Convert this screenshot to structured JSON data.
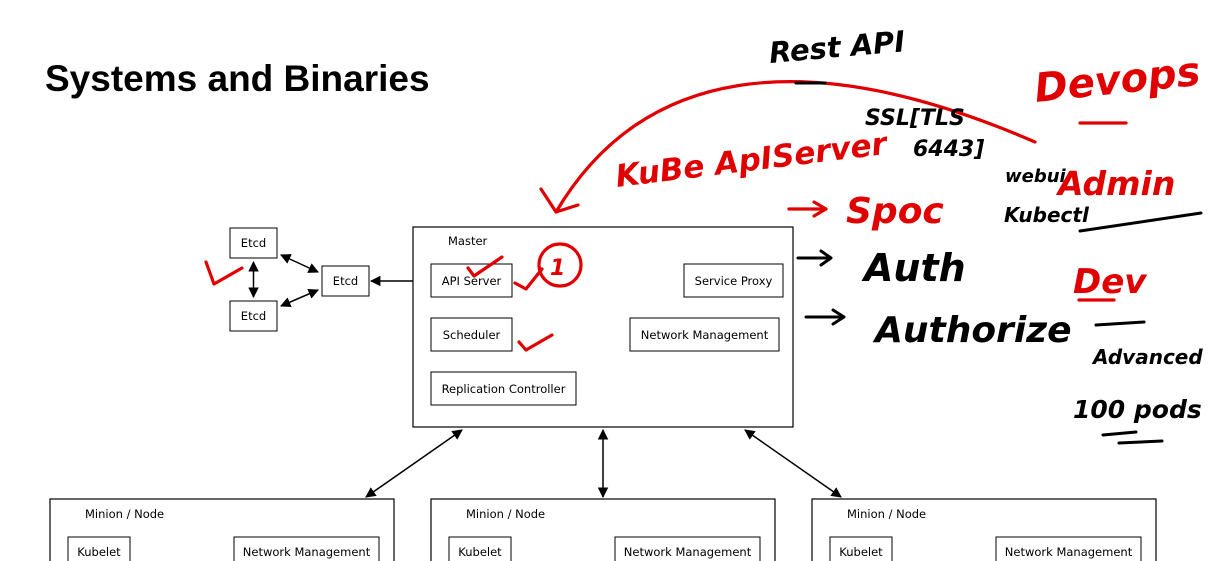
{
  "slide": {
    "title": "Systems and Binaries"
  },
  "diagram": {
    "etcd_labels": [
      "Etcd",
      "Etcd",
      "Etcd"
    ],
    "master": {
      "label": "Master",
      "components": {
        "api_server": "API Server",
        "scheduler": "Scheduler",
        "replication_controller": "Replication Controller",
        "service_proxy": "Service Proxy",
        "network_management": "Network Management"
      }
    },
    "minions": [
      {
        "label": "Minion / Node",
        "kubelet": "Kubelet",
        "network_management": "Network Management"
      },
      {
        "label": "Minion / Node",
        "kubelet": "Kubelet",
        "network_management": "Network Management"
      },
      {
        "label": "Minion / Node",
        "kubelet": "Kubelet",
        "network_management": "Network Management"
      }
    ]
  },
  "annotations": {
    "rest_api": "Rest API",
    "ssl_tls": "SSL[TLS",
    "port": "6443]",
    "kube_apiserver": "KuBe ApIServer",
    "step_1": "1",
    "spoc": "Spoc",
    "auth": "Auth",
    "authorize": "Authorize",
    "devops": "Devops",
    "admin": "Admin",
    "dev": "Dev",
    "webui": "webui",
    "kubectl": "Kubectl",
    "advanced": "Advanced",
    "pods": "100 pods",
    "colors": {
      "red": "#e00000",
      "black": "#000000"
    }
  }
}
